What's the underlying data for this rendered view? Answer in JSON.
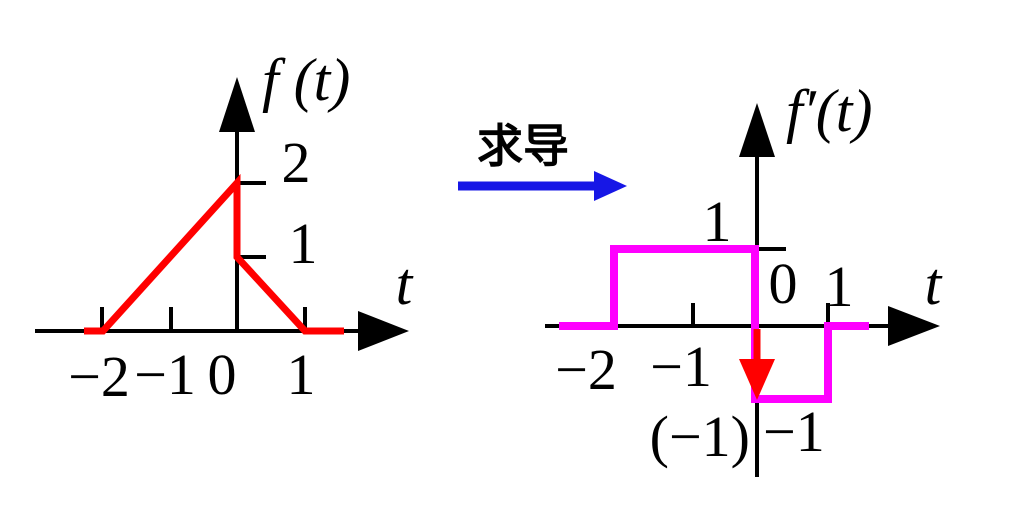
{
  "colors": {
    "background": "#ffffff",
    "axis": "#000000",
    "text": "#000000",
    "signal_red": "#ff0000",
    "derivative_magenta": "#ff00ff",
    "impulse_red": "#ff0000",
    "transform_blue": "#1717e6"
  },
  "transform_arrow": {
    "label": "求导"
  },
  "left_plot": {
    "y_axis_label": "f (t)",
    "x_axis_label": "t",
    "y_tick_labels": [
      "2",
      "1"
    ],
    "x_tick_labels": [
      "−2",
      "−1",
      "0",
      "1"
    ],
    "curve_color": "#ff0000"
  },
  "right_plot": {
    "y_axis_label": "f′(t)",
    "x_axis_label": "t",
    "y_tick_label_pos": "1",
    "y_tick_label_neg": "−1",
    "x_tick_labels": [
      "−2",
      "−1",
      "0",
      "1"
    ],
    "impulse_weight_label": "(−1)",
    "curve_color": "#ff00ff",
    "impulse_color": "#ff0000"
  },
  "chart_data": [
    {
      "type": "line",
      "title": "f(t)",
      "xlabel": "t",
      "ylabel": "f(t)",
      "xlim": [
        -2.9,
        1.9
      ],
      "ylim": [
        0,
        2.7
      ],
      "x_ticks": [
        -2,
        -1,
        0,
        1
      ],
      "y_ticks": [
        1,
        2
      ],
      "grid": false,
      "legend": "none",
      "series": [
        {
          "name": "f(t)",
          "color": "#ff0000",
          "points": [
            [
              -2,
              0
            ],
            [
              0,
              2
            ],
            [
              0,
              1
            ],
            [
              1,
              0
            ]
          ],
          "piecewise": [
            "f(t) = 0 for t < -2",
            "f(t) rises linearly from (-2, 0) to (0, 2)",
            "jump discontinuity at t = 0: drops from 2 to 1",
            "f(t) falls linearly from (0, 1) to (1, 0)",
            "f(t) = 0 for t > 1"
          ]
        }
      ]
    },
    {
      "type": "line",
      "title": "f'(t)",
      "xlabel": "t",
      "ylabel": "f'(t)",
      "xlim": [
        -2.9,
        2.4
      ],
      "ylim": [
        -1.7,
        2.2
      ],
      "x_ticks": [
        -2,
        -1,
        0,
        1
      ],
      "y_ticks": [
        -1,
        1
      ],
      "grid": false,
      "legend": "none",
      "series": [
        {
          "name": "f'(t)",
          "color": "#ff00ff",
          "points": [
            [
              -2,
              0
            ],
            [
              -2,
              1
            ],
            [
              0,
              1
            ],
            [
              0,
              -1
            ],
            [
              1,
              -1
            ],
            [
              1,
              0
            ]
          ],
          "piecewise": [
            "f'(t) = 0 for t < -2",
            "f'(t) = 1 for -2 < t < 0",
            "f'(t) = -1 for 0 < t < 1",
            "f'(t) = 0 for t > 1"
          ]
        }
      ],
      "impulse": {
        "t": 0,
        "weight": -1,
        "label": "(−1)",
        "color": "#ff0000",
        "direction": "down"
      }
    }
  ]
}
